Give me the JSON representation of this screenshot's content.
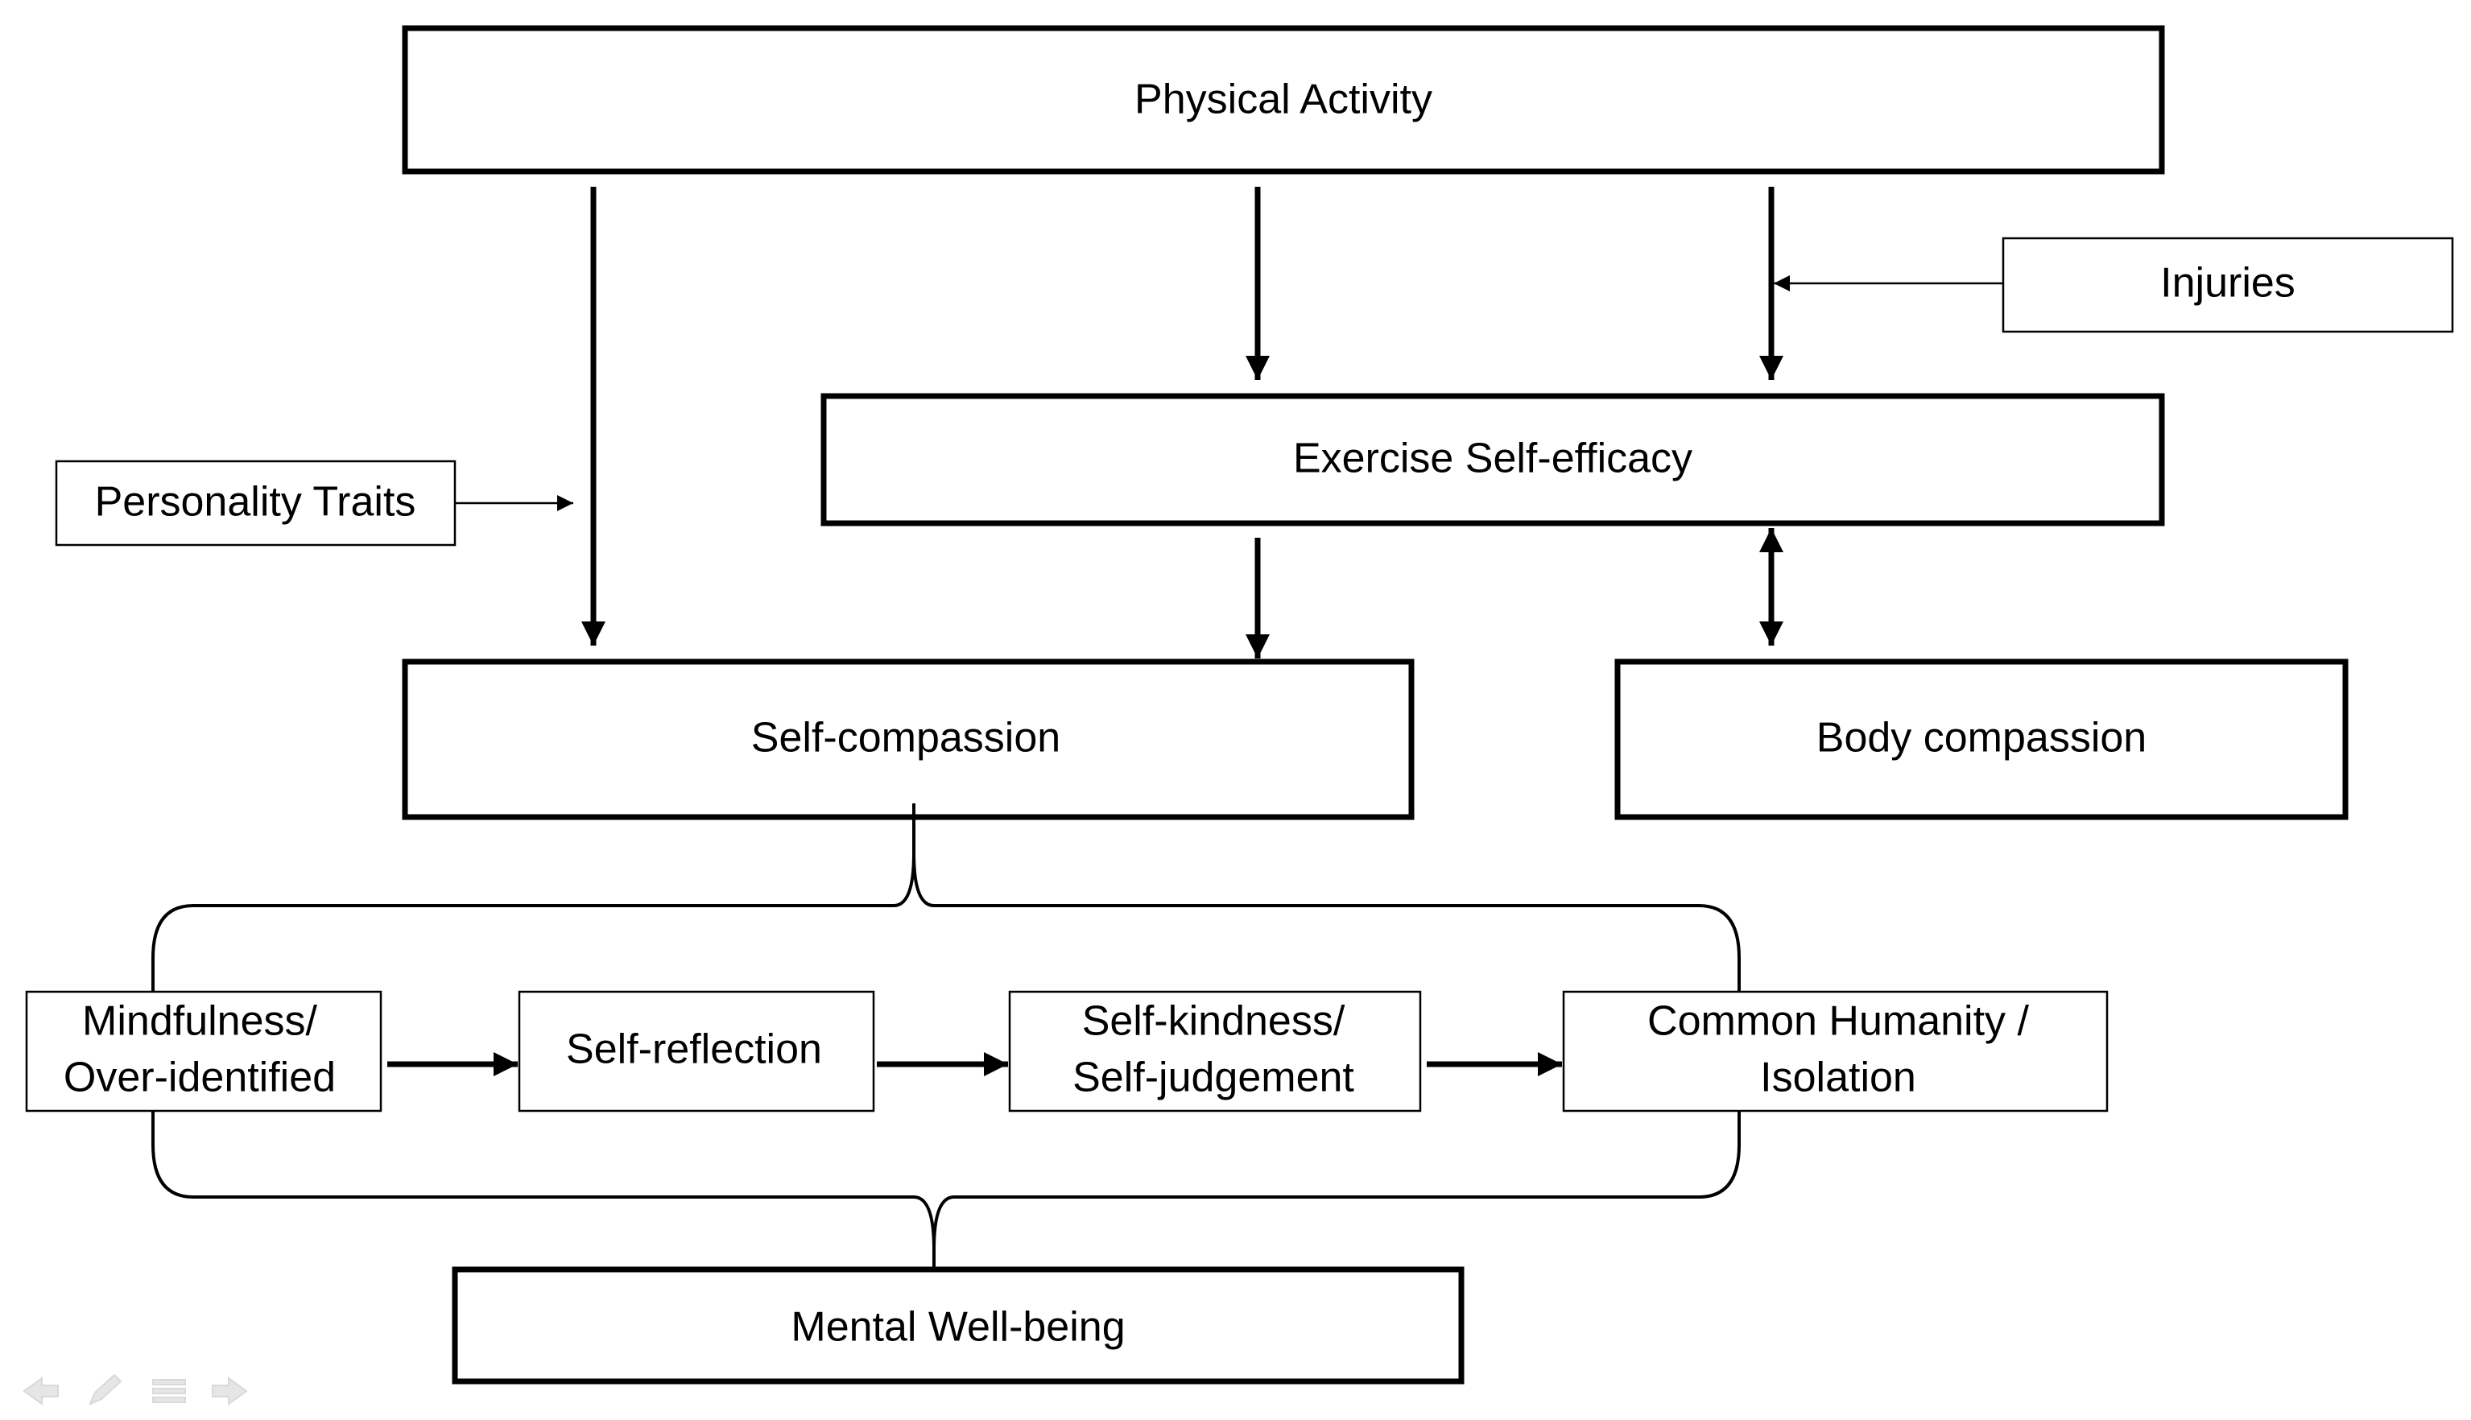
{
  "nodes": {
    "physical_activity": "Physical Activity",
    "injuries": "Injuries",
    "exercise_self_efficacy": "Exercise Self-efficacy",
    "personality_traits": "Personality Traits",
    "self_compassion": "Self-compassion",
    "body_compassion": "Body compassion",
    "mindfulness": [
      "Mindfulness/",
      "Over-identified"
    ],
    "self_reflection": "Self-reflection",
    "self_kindness": [
      "Self-kindness/",
      "Self-judgement"
    ],
    "common_humanity": [
      "Common Humanity /",
      "Isolation"
    ],
    "mental_wellbeing": "Mental Well-being"
  },
  "nav_icons": [
    "back-arrow-icon",
    "pen-icon",
    "menu-icon",
    "forward-arrow-icon"
  ]
}
